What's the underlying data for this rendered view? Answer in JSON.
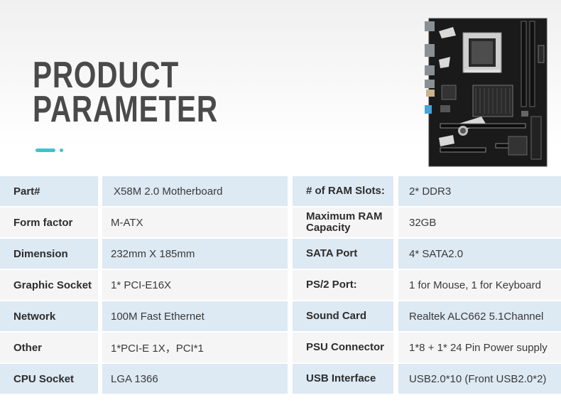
{
  "header": {
    "title_line1": "PRODUCT",
    "title_line2": "PARAMETER"
  },
  "colors": {
    "accent": "#3ec3cc",
    "row_blue": "#dde9f3",
    "row_gray": "#f5f5f5",
    "title": "#4a4a4a"
  },
  "specs": [
    {
      "label_left": "Part#",
      "value_left": "X58M 2.0 Motherboard",
      "label_right": "# of RAM Slots:",
      "value_right": "2* DDR3"
    },
    {
      "label_left": "Form factor",
      "value_left": "M-ATX",
      "label_right": "Maximum RAM Capacity",
      "value_right": "32GB"
    },
    {
      "label_left": "Dimension",
      "value_left": "232mm X 185mm",
      "label_right": "SATA Port",
      "value_right": "4* SATA2.0"
    },
    {
      "label_left": "Graphic Socket",
      "value_left": "1* PCI-E16X",
      "label_right": "PS/2 Port:",
      "value_right": "1 for Mouse, 1 for Keyboard"
    },
    {
      "label_left": "Network",
      "value_left": "100M Fast Ethernet",
      "label_right": "Sound Card",
      "value_right": "Realtek ALC662 5.1Channel"
    },
    {
      "label_left": "Other",
      "value_left": "1*PCI-E 1X，PCI*1",
      "label_right": "PSU Connector",
      "value_right": "1*8 + 1* 24 Pin Power supply"
    },
    {
      "label_left": "CPU Socket",
      "value_left": "LGA 1366",
      "label_right": "USB Interface",
      "value_right": "USB2.0*10 (Front USB2.0*2)"
    }
  ]
}
